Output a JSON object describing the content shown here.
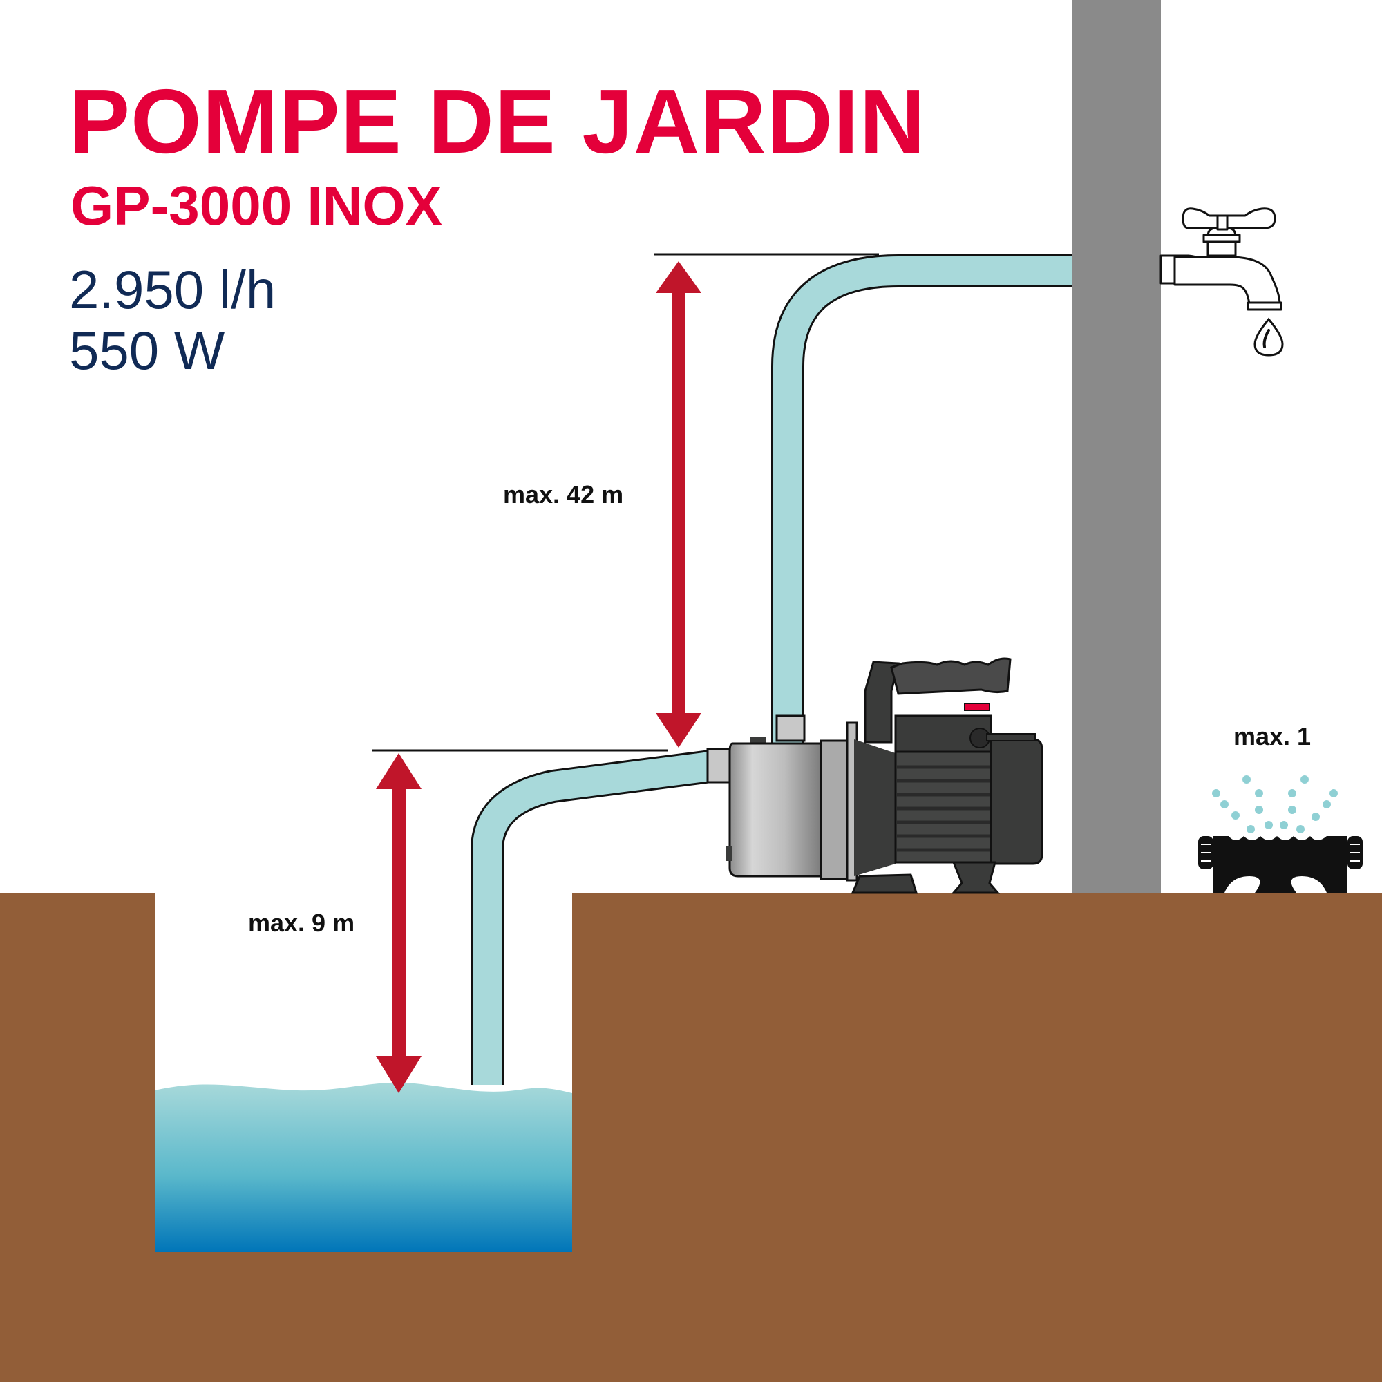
{
  "title": "POMPE DE JARDIN",
  "subtitle": "GP-3000 INOX",
  "specs": {
    "flow": "2.950 l/h",
    "power": "550 W"
  },
  "dimensions": {
    "delivery_height": "max. 42 m",
    "suction_depth": "max. 9 m",
    "sprinkler": "max. 1"
  },
  "colors": {
    "accent": "#e4003a",
    "arrow": "#c0152a",
    "text_dark": "#102a55",
    "soil": "#925e38",
    "pipe": "#a8d9da",
    "wall": "#8a8a8a",
    "pump_dark": "#3a3b3a",
    "water_top": "#a8d9da",
    "water_bottom": "#0075b8"
  },
  "icons": [
    "tap-icon",
    "water-drop-icon",
    "sprinkler-icon",
    "garden-pump-icon"
  ]
}
